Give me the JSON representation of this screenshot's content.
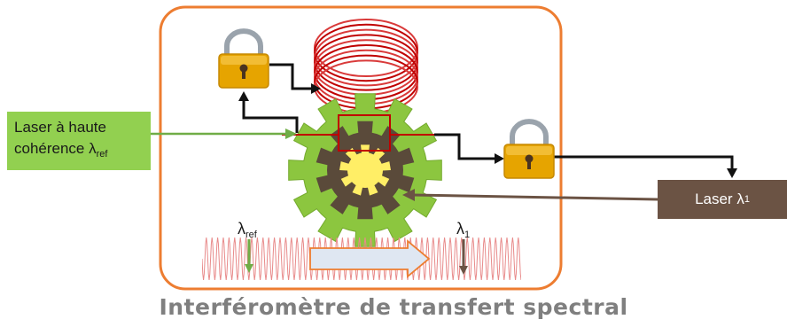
{
  "laser_ref": {
    "line1": "Laser à haute",
    "line2_text": "cohérence ",
    "symbol": "λ",
    "subscript": "ref"
  },
  "laser_1": {
    "text": "Laser ",
    "symbol": "λ",
    "subscript": "1"
  },
  "spectrum": {
    "ref_symbol": "λ",
    "ref_subscript": "ref",
    "one_symbol": "λ",
    "one_subscript": "1"
  },
  "caption": "Interféromètre de transfert spectral",
  "colors": {
    "frame_border": "#ed7d31",
    "coil": "#c00000",
    "gear_outer": "#8cc63f",
    "gear_middle": "#5a4a3a",
    "gear_inner": "#ffee66",
    "lock_body": "#e6a400",
    "ref_beam": "#70ad47",
    "laser1_beam": "#6b5344",
    "wave": "#e88a8a",
    "arrow_fill": "#dfe7f2",
    "arrow_stroke": "#ed7d31"
  },
  "icons": [
    "padlock-icon",
    "padlock-icon",
    "gear-icon",
    "fiber-coil-icon",
    "arrow-right-icon"
  ]
}
